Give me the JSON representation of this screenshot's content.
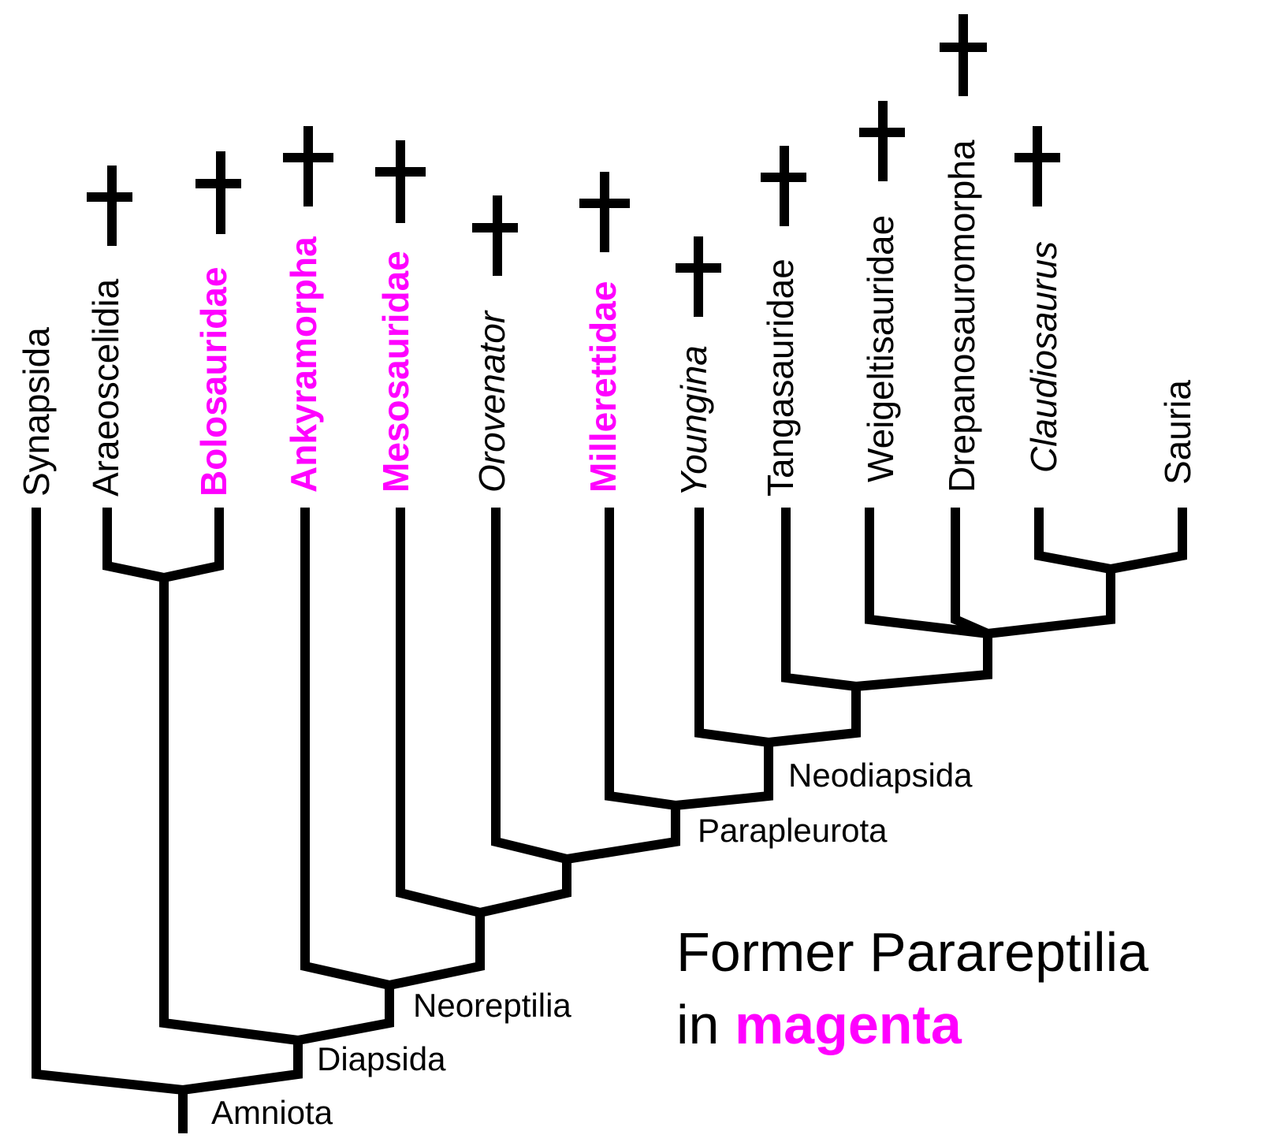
{
  "colors": {
    "former_parareptilia": "#ff00ff",
    "line": "#000000",
    "background": "#ffffff"
  },
  "taxa": [
    {
      "id": "synapsida",
      "label": "Synapsida",
      "italic": false,
      "former_parareptile": false,
      "extinct": false
    },
    {
      "id": "araeoscelidia",
      "label": "Araeoscelidia",
      "italic": false,
      "former_parareptile": false,
      "extinct": true
    },
    {
      "id": "bolosauridae",
      "label": "Bolosauridae",
      "italic": false,
      "former_parareptile": true,
      "extinct": true
    },
    {
      "id": "ankyramorpha",
      "label": "Ankyramorpha",
      "italic": false,
      "former_parareptile": true,
      "extinct": true
    },
    {
      "id": "mesosauridae",
      "label": "Mesosauridae",
      "italic": false,
      "former_parareptile": true,
      "extinct": true
    },
    {
      "id": "orovenator",
      "label": "Orovenator",
      "italic": true,
      "former_parareptile": false,
      "extinct": true
    },
    {
      "id": "millerettidae",
      "label": "Millerettidae",
      "italic": false,
      "former_parareptile": true,
      "extinct": true
    },
    {
      "id": "youngina",
      "label": "Youngina",
      "italic": true,
      "former_parareptile": false,
      "extinct": true
    },
    {
      "id": "tangasauridae",
      "label": "Tangasauridae",
      "italic": false,
      "former_parareptile": false,
      "extinct": true
    },
    {
      "id": "weigeltisauridae",
      "label": "Weigeltisauridae",
      "italic": false,
      "former_parareptile": false,
      "extinct": true
    },
    {
      "id": "drepanosauromorpha",
      "label": "Drepanosauromorpha",
      "italic": false,
      "former_parareptile": false,
      "extinct": true
    },
    {
      "id": "claudiosaurus",
      "label": "Claudiosaurus",
      "italic": true,
      "former_parareptile": false,
      "extinct": true
    },
    {
      "id": "sauria",
      "label": "Sauria",
      "italic": false,
      "former_parareptile": false,
      "extinct": false
    }
  ],
  "nodes": {
    "amniota": "Amniota",
    "diapsida": "Diapsida",
    "neoreptilia": "Neoreptilia",
    "parapleurota": "Parapleurota",
    "neodiapsida": "Neodiapsida"
  },
  "legend": {
    "line1": "Former Parareptilia",
    "line2_prefix": "in",
    "line2_accent": "magenta"
  }
}
